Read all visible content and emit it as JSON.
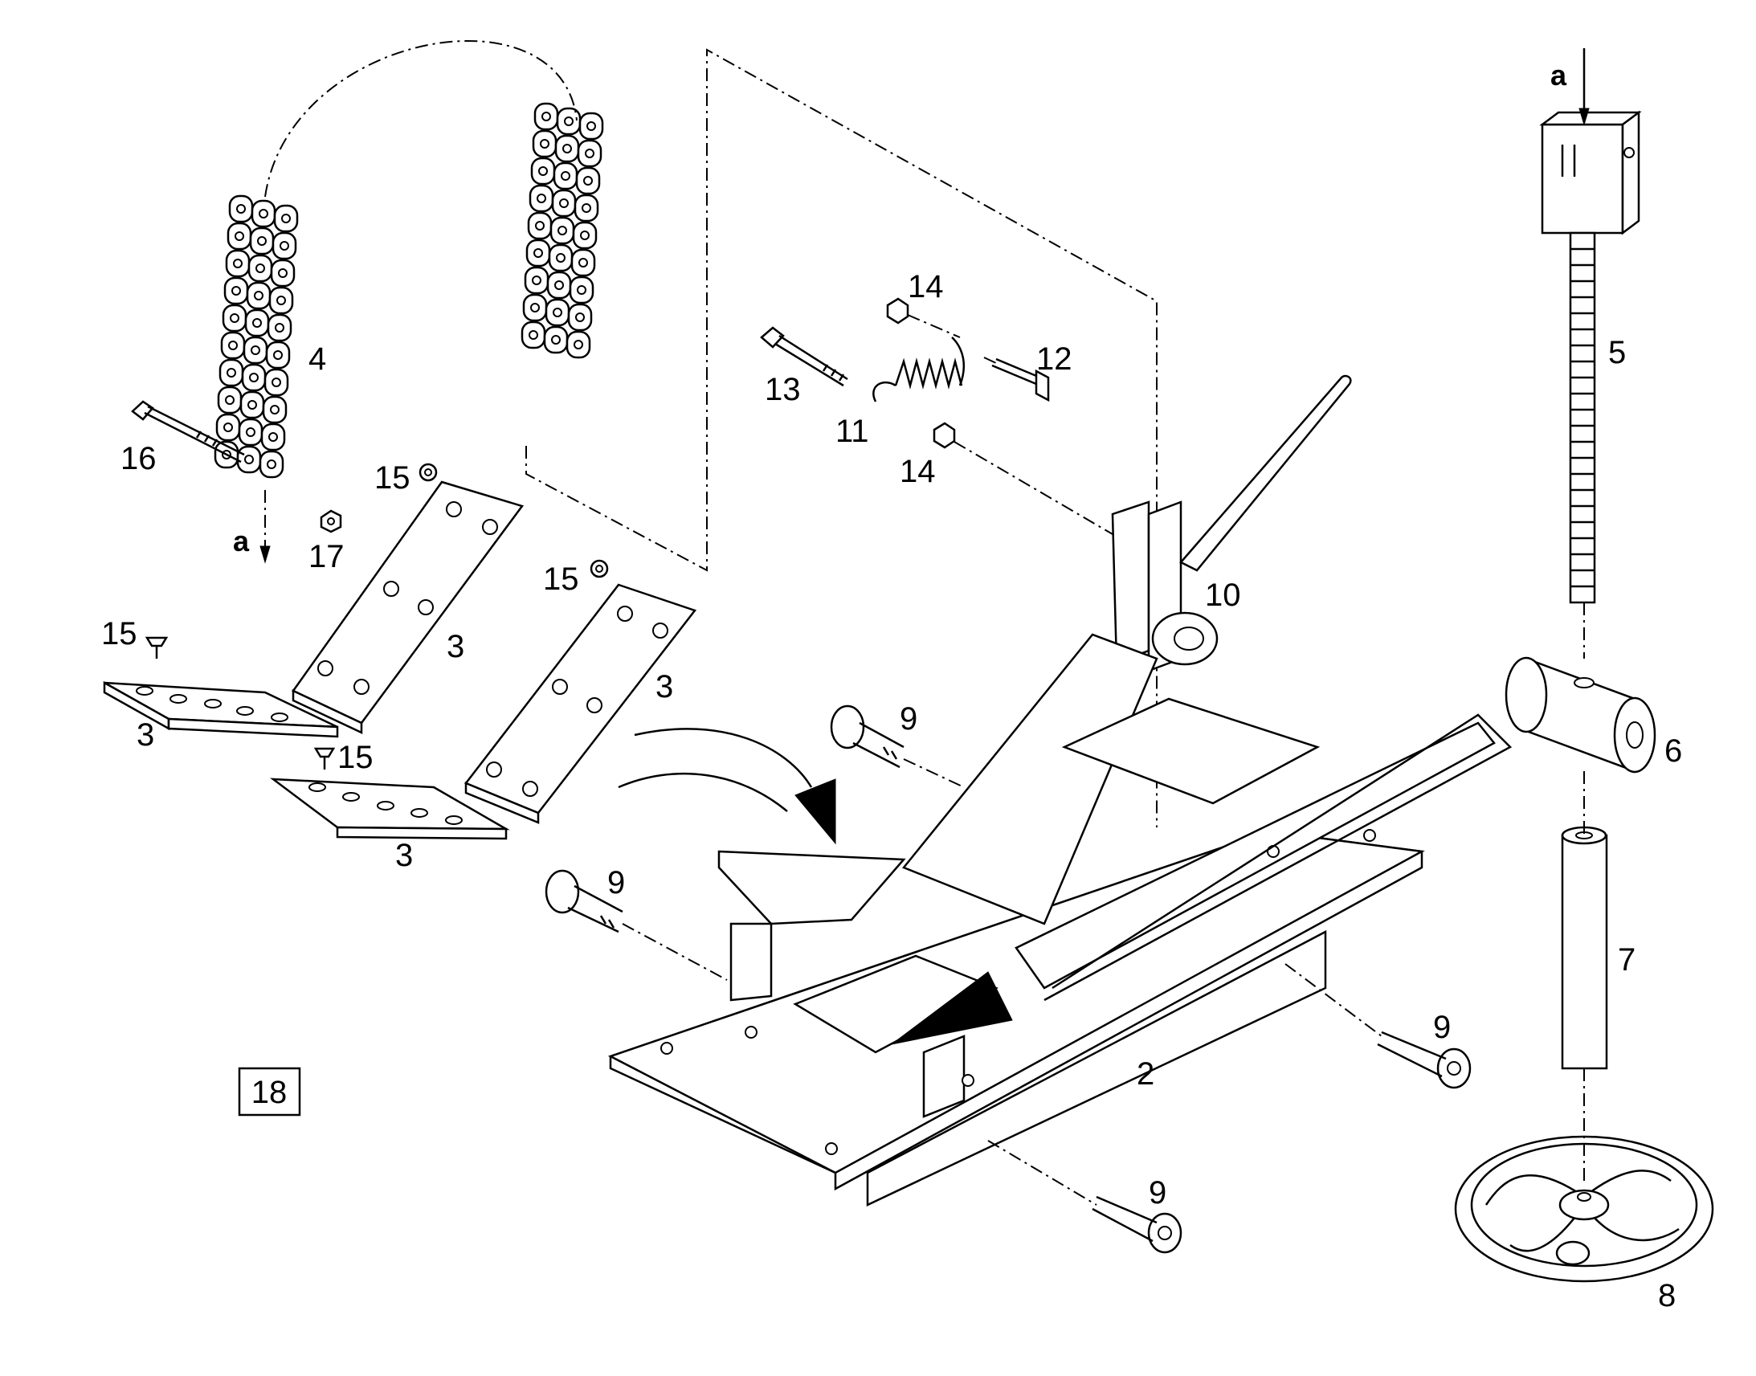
{
  "figure": {
    "page_ref": "18",
    "part_labels": [
      {
        "id": "p2",
        "text": "2"
      },
      {
        "id": "p3a",
        "text": "3"
      },
      {
        "id": "p3b",
        "text": "3"
      },
      {
        "id": "p3c",
        "text": "3"
      },
      {
        "id": "p3d",
        "text": "3"
      },
      {
        "id": "p4",
        "text": "4"
      },
      {
        "id": "p5",
        "text": "5"
      },
      {
        "id": "p6",
        "text": "6"
      },
      {
        "id": "p7",
        "text": "7"
      },
      {
        "id": "p8",
        "text": "8"
      },
      {
        "id": "p9a",
        "text": "9"
      },
      {
        "id": "p9b",
        "text": "9"
      },
      {
        "id": "p9c",
        "text": "9"
      },
      {
        "id": "p9d",
        "text": "9"
      },
      {
        "id": "p10",
        "text": "10"
      },
      {
        "id": "p11",
        "text": "11"
      },
      {
        "id": "p12",
        "text": "12"
      },
      {
        "id": "p13",
        "text": "13"
      },
      {
        "id": "p14a",
        "text": "14"
      },
      {
        "id": "p14b",
        "text": "14"
      },
      {
        "id": "p15a",
        "text": "15"
      },
      {
        "id": "p15b",
        "text": "15"
      },
      {
        "id": "p15c",
        "text": "15"
      },
      {
        "id": "p15d",
        "text": "15"
      },
      {
        "id": "p16",
        "text": "16"
      },
      {
        "id": "p17",
        "text": "17"
      }
    ],
    "markers": [
      {
        "id": "a1",
        "text": "a"
      },
      {
        "id": "a2",
        "text": "a"
      }
    ]
  }
}
